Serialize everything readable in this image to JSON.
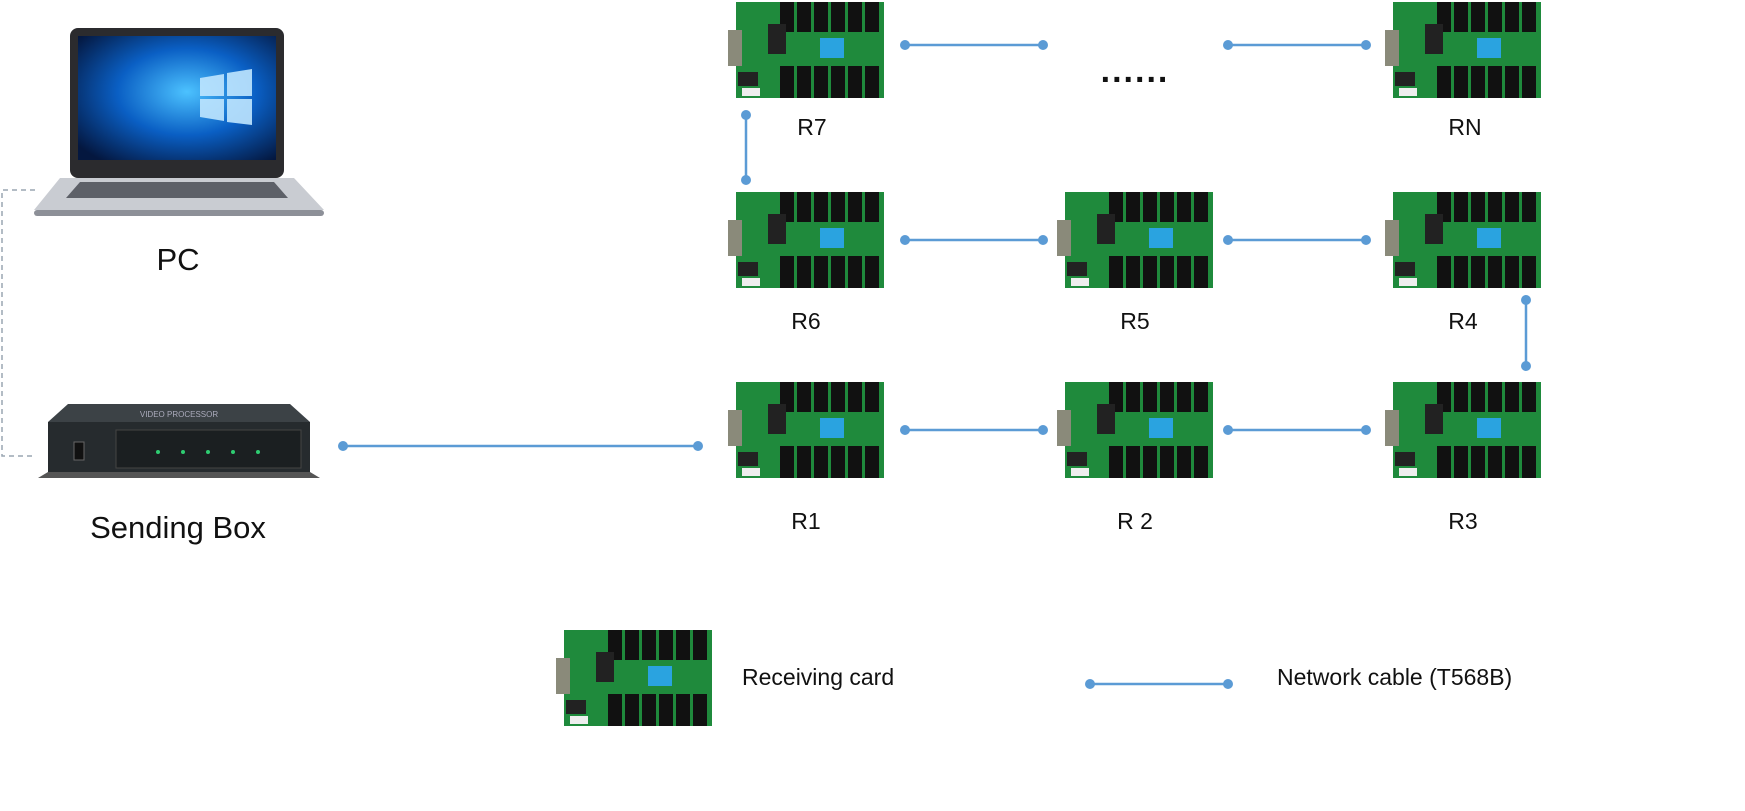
{
  "devices": {
    "pc": "PC",
    "sending_box": "Sending Box",
    "sending_box_print": "VIDEO PROCESSOR"
  },
  "cards": [
    {
      "id": "R1",
      "label": "R1"
    },
    {
      "id": "R2",
      "label": "R 2"
    },
    {
      "id": "R3",
      "label": "R3"
    },
    {
      "id": "R4",
      "label": "R4"
    },
    {
      "id": "R5",
      "label": "R5"
    },
    {
      "id": "R6",
      "label": "R6"
    },
    {
      "id": "R7",
      "label": "R7"
    },
    {
      "id": "RN",
      "label": "RN"
    }
  ],
  "ellipsis": "......",
  "legend": {
    "card": "Receiving card",
    "cable": "Network cable (T568B)"
  },
  "colors": {
    "cable": "#5b9bd5",
    "pcb": "#1f8a3c",
    "chip": "#2aa3e0",
    "dashed_link": "#9aa6b2"
  }
}
